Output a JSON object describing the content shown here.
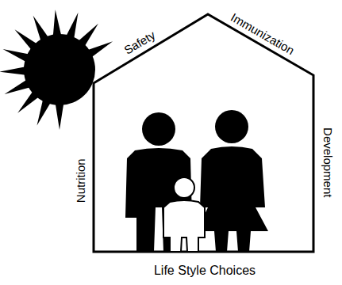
{
  "diagram": {
    "labels": [
      "Safety",
      "Immunization",
      "Development",
      "Nutrition",
      "Life Style Choices"
    ]
  }
}
